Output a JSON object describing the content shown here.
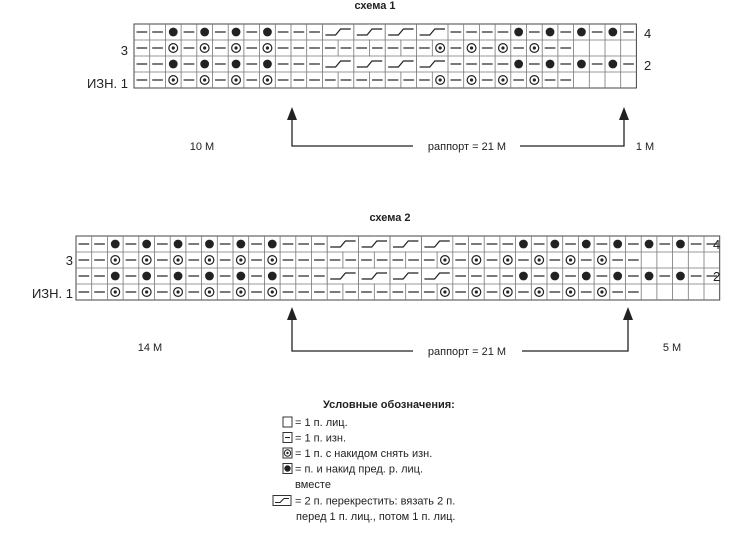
{
  "chart1": {
    "title": "схема 1",
    "row_labels_left": [
      "3",
      "ИЗН. 1"
    ],
    "row_labels_right": [
      "4",
      "2"
    ],
    "left_label": "10 М",
    "repeat_label": "раппорт = 21 М",
    "right_label": "1 М",
    "rows": [
      "--•-•-•-•---CCCC----•-•-•-•-",
      "--o-o-o-o----------o-o-o-o--",
      "--•-•-•-•---CCCC----•-•-•-•-",
      "--o-o-o-o----------o-o-o-o--"
    ]
  },
  "chart2": {
    "title": "схема 2",
    "row_labels_left": [
      "3",
      "ИЗН. 1"
    ],
    "row_labels_right": [
      "4",
      "2"
    ],
    "left_label": "14 М",
    "repeat_label": "раппорт = 21 М",
    "right_label": "5 М",
    "rows": [
      "--•-•-•-•-•-•---CCCC----•-•-•-•-•-•--",
      "--o-o-o-o-o-o----------o-o-o-o-o-o--",
      "--•-•-•-•-•-•---CCCC----•-•-•-•-•-•--",
      "--o-o-o-o-o-o----------o-o-o-o-o-o--"
    ]
  },
  "legend": {
    "title": "Условные обозначения:",
    "items": [
      {
        "symbol": "knit",
        "lines": [
          "= 1 п. лиц."
        ]
      },
      {
        "symbol": "purl",
        "lines": [
          "= 1 п. изн."
        ]
      },
      {
        "symbol": "slip",
        "lines": [
          "= 1 п. с накидом снять изн."
        ]
      },
      {
        "symbol": "dot",
        "lines": [
          "= п. и накид пред. р. лиц.",
          "вместе"
        ]
      },
      {
        "symbol": "cross",
        "lines": [
          "= 2 п. перекрестить: вязать 2 п.",
          "перед 1 п. лиц., потом 1 п. лиц."
        ]
      }
    ]
  }
}
